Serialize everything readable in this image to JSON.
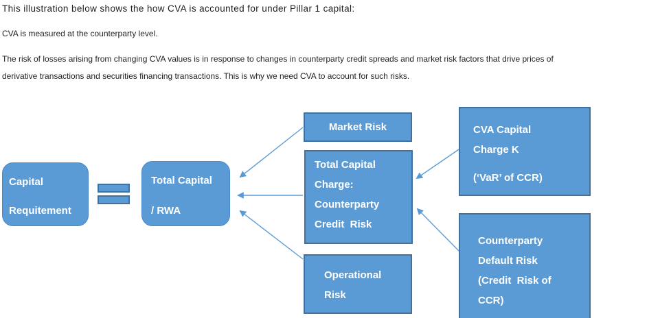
{
  "colors": {
    "box_fill": "#5B9BD5",
    "box_border": "#41719C",
    "rounded_border": "#4A86C8",
    "arrow": "#5B9BD5",
    "text_dark": "#1F1F1F"
  },
  "header": {
    "title": "This illustration below shows the how CVA is accounted for under Pillar 1 capital:",
    "subtitle": "CVA is measured at the counterparty level.",
    "paragraph_line1": "The risk of losses arising from changing CVA values is in response to changes in counterparty credit spreads and market risk factors that drive prices of",
    "paragraph_line2": "derivative transactions and securities financing transactions. This is why we need CVA to account for such risks."
  },
  "diagram": {
    "equals_symbol": "=",
    "boxes": {
      "capital_requirement": {
        "lines": [
          "Capital",
          "Requitement"
        ]
      },
      "total_capital_rwa": {
        "lines": [
          "Total Capital",
          "/ RWA"
        ]
      },
      "market_risk": {
        "lines": [
          "Market Risk"
        ]
      },
      "total_capital_charge": {
        "lines": [
          "Total Capital",
          "Charge:",
          "Counterparty",
          "Credit  Risk"
        ]
      },
      "operational_risk": {
        "lines": [
          "Operational",
          "Risk"
        ]
      },
      "cva_capital_charge": {
        "lines": [
          "CVA Capital",
          "Charge K",
          "(‘VaR’ of CCR)"
        ]
      },
      "counterparty_default_risk": {
        "lines": [
          "Counterparty",
          "Default Risk",
          "(Credit  Risk of",
          "CCR)"
        ]
      }
    },
    "arrows": [
      {
        "from": "market_risk",
        "to": "total_capital_rwa"
      },
      {
        "from": "total_capital_charge",
        "to": "total_capital_rwa"
      },
      {
        "from": "operational_risk",
        "to": "total_capital_rwa"
      },
      {
        "from": "cva_capital_charge",
        "to": "total_capital_charge"
      },
      {
        "from": "counterparty_default_risk",
        "to": "total_capital_charge"
      }
    ]
  }
}
